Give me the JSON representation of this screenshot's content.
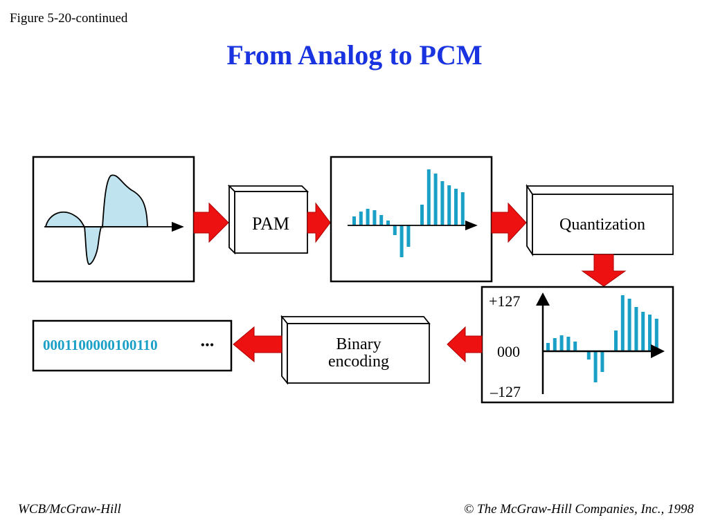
{
  "header": {
    "figure_label": "Figure 5-20-continued",
    "title": "From Analog to PCM"
  },
  "diagram": {
    "pam_label": "PAM",
    "quantization_label": "Quantization",
    "binary_label_line1": "Binary",
    "binary_label_line2": "encoding",
    "axis_top": "+127",
    "axis_mid": "000",
    "axis_bottom": "–127",
    "bitstream": "0001100000100110",
    "ellipsis": "•••"
  },
  "footer": {
    "left": "WCB/McGraw-Hill",
    "right": "© The McGraw-Hill Companies, Inc., 1998"
  },
  "colors": {
    "title": "#1a33e0",
    "sample": "#1a9fc6",
    "arrow": "#ee1111",
    "analog_fill": "#bfe3ef"
  }
}
